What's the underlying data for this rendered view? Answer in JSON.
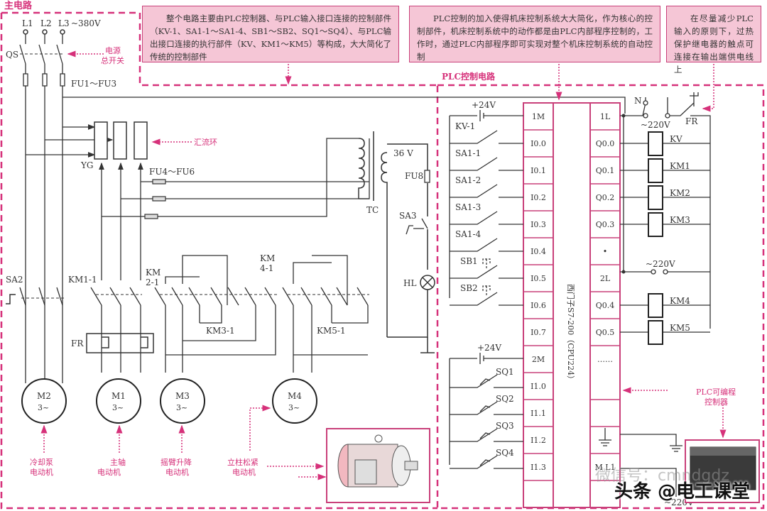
{
  "sections": {
    "main_circuit": "主电路",
    "plc_circuit": "PLC控制电路"
  },
  "notes": [
    {
      "id": "note-overview",
      "text": "整个电路主要由PLC控制器、与PLC输入接口连接的控制部件（KV-1、SA1-1～SA1-4、SB1～SB2、SQ1～SQ4）、与PLC输出接口连接的执行部件（KV、KM1～KM5）等构成，大大简化了传统的控制部件"
    },
    {
      "id": "note-plc",
      "text": "PLC控制的加入使得机床控制系统大大简化，作为核心的控制部件，机床控制系统中的动作都是由PLC内部程序控制的，工作时，通过PLC内部程序即可实现对整个机床控制系统的自动控制"
    },
    {
      "id": "note-fr",
      "text": "在尽量减少PLC输入的原则下，过热保护继电器的触点可连接在输出端供电线上"
    }
  ],
  "main": {
    "phases": [
      "L1",
      "L2",
      "L3"
    ],
    "supply": "~380V",
    "qs": "QS",
    "power_switch_callout": [
      "电源",
      "总开关"
    ],
    "fuses_main": "FU1～FU3",
    "yg": "YG",
    "collector_ring": "汇流环",
    "fuses_aux": "FU4～FU6",
    "transformer": "TC",
    "secondary_voltage": "36 V",
    "fu8": "FU8",
    "sa3": "SA3",
    "hl": "HL",
    "sa2": "SA2",
    "km1_1": "KM1-1",
    "km2_1": [
      "KM",
      "2-1"
    ],
    "km4_1": [
      "KM",
      "4-1"
    ],
    "km3_1": "KM3-1",
    "km5_1": "KM5-1",
    "fr": "FR",
    "motors": [
      {
        "name": "M2",
        "rating": "3~",
        "callout": [
          "冷却泵",
          "电动机"
        ]
      },
      {
        "name": "M1",
        "rating": "3~",
        "callout": [
          "主轴",
          "电动机"
        ]
      },
      {
        "name": "M3",
        "rating": "3~",
        "callout": [
          "摇臂升降",
          "电动机"
        ]
      },
      {
        "name": "M4",
        "rating": "3~",
        "callout": [
          "立柱松紧",
          "电动机"
        ]
      }
    ]
  },
  "plc": {
    "model": "西门子S7-200（CPU224）",
    "input_terminals": [
      "1M",
      "I0.0",
      "I0.1",
      "I0.2",
      "I0.3",
      "I0.4",
      "I0.5",
      "I0.6",
      "I0.7",
      "2M",
      "I1.0",
      "I1.1",
      "I1.2",
      "I1.3",
      ""
    ],
    "output_terminals": [
      "1L",
      "Q0.0",
      "Q0.1",
      "Q0.2",
      "Q0.3",
      "•",
      "2L",
      "Q0.4",
      "Q0.5",
      "……",
      "",
      "⏚",
      "M L1"
    ],
    "input_supply_1": "+24V",
    "input_supply_2": "+24V",
    "input_devices": [
      "KV-1",
      "SA1-1",
      "SA1-2",
      "SA1-3",
      "SA1-4",
      "SB1",
      "SB2"
    ],
    "limit_switches": [
      "SQ1",
      "SQ2",
      "SQ3",
      "SQ4"
    ],
    "coils_group1": [
      "KV",
      "KM1",
      "KM2",
      "KM3"
    ],
    "coils_group2": [
      "KM4",
      "KM5"
    ],
    "n_label": "N",
    "ac_1": "~220V",
    "ac_2": "~220V",
    "ac_3": "~220V",
    "fr_contact": "FR",
    "controller_callout": [
      "PLC可编程",
      "控制器"
    ]
  },
  "watermark": {
    "wechat": "微信号：cmndgdz",
    "toutiao": "头条 @电工课堂"
  },
  "colors": {
    "accent": "#d6317a",
    "note_bg": "#f5c6d6",
    "line": "#333333",
    "plc_border": "#c9407a"
  }
}
